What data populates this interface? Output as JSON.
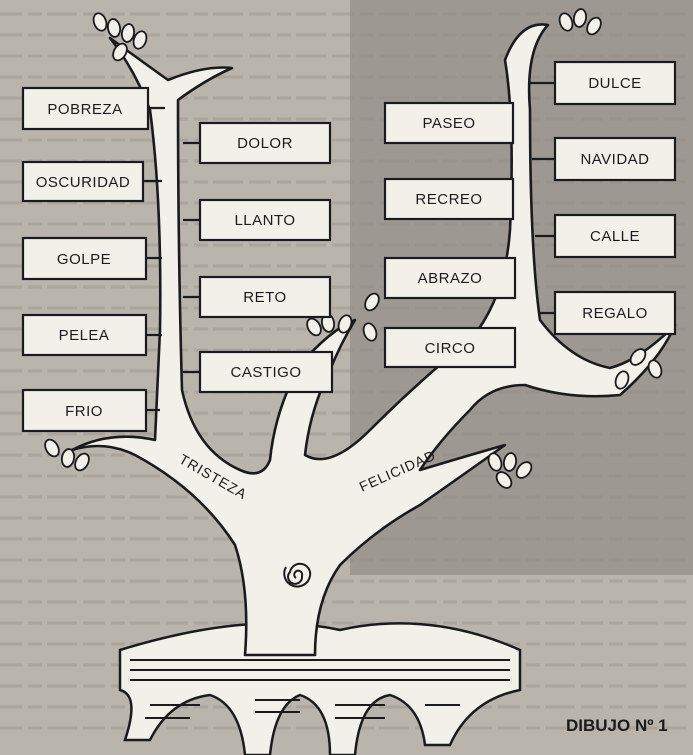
{
  "sadness_branch": {
    "label": "TRISTEZA",
    "causes": [
      "POBREZA",
      "DOLOR",
      "OSCURIDAD",
      "LLANTO",
      "GOLPE",
      "RETO",
      "PELEA",
      "CASTIGO",
      "FRIO"
    ]
  },
  "happiness_branch": {
    "label": "FELICIDAD",
    "causes": [
      "DULCE",
      "PASEO",
      "NAVIDAD",
      "RECREO",
      "CALLE",
      "ABRAZO",
      "REGALO",
      "CIRCO"
    ]
  },
  "caption": "DIBUJO Nº 1",
  "colors": {
    "page": "#b9b4ac",
    "ink": "#1b1b1b",
    "box_fill": "#f3f0ea"
  }
}
